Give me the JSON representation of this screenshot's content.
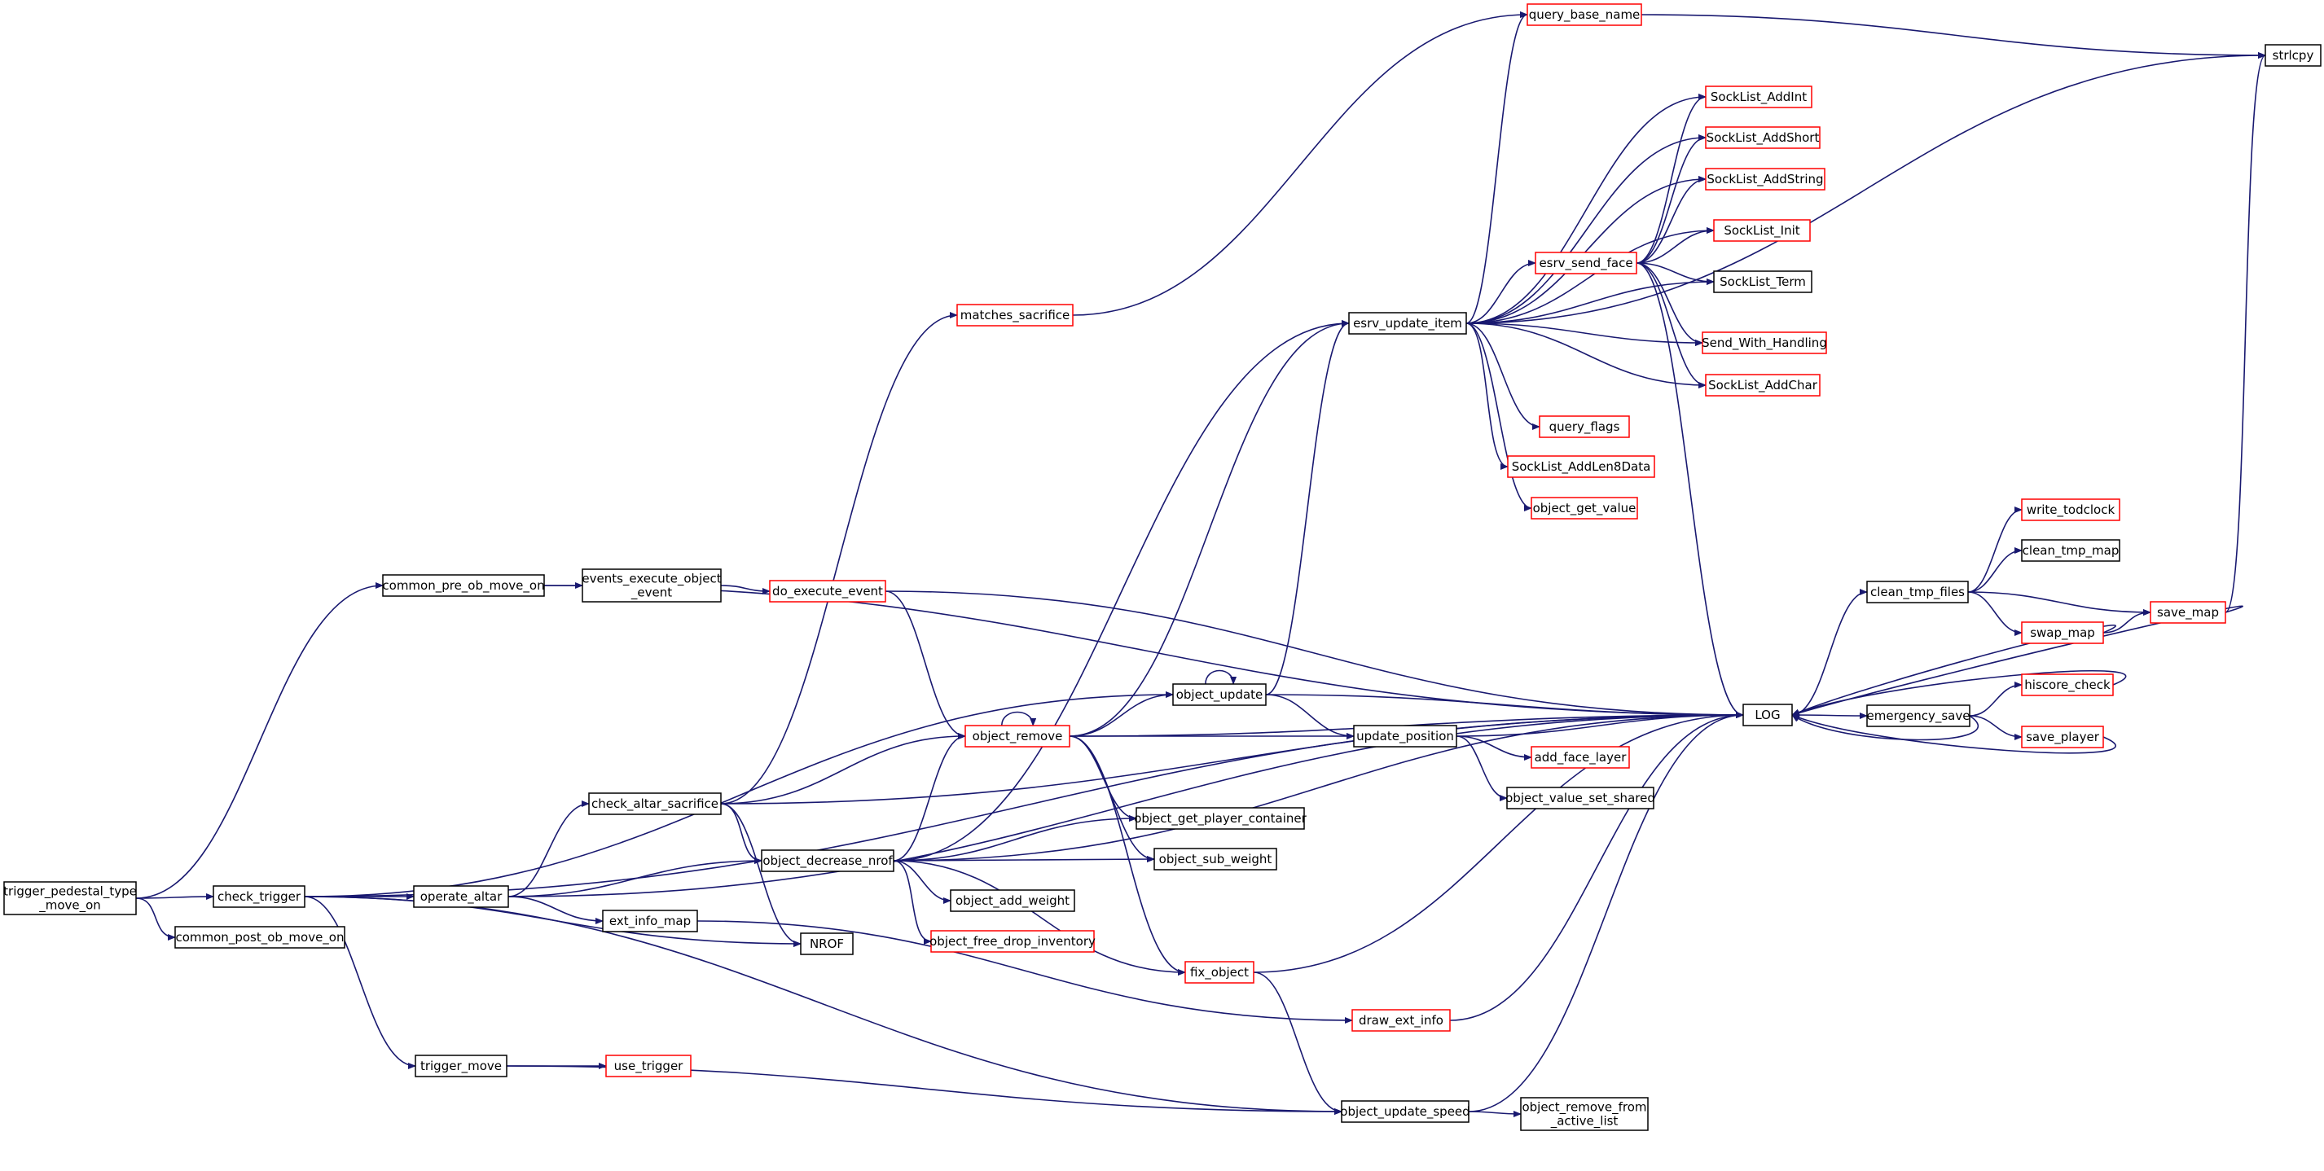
{
  "colors": {
    "edge": "#191970",
    "node_border_black": "#000000",
    "node_border_red": "#ff0000",
    "root_fill": "#bfbfbf",
    "node_fill": "#ffffff"
  },
  "nodes": [
    {
      "id": "trigger_pedestal_type_move_on",
      "lines": [
        "trigger_pedestal_type",
        "_move_on"
      ],
      "border": "black",
      "root": true
    },
    {
      "id": "common_pre_ob_move_on",
      "lines": [
        "common_pre_ob_move_on"
      ],
      "border": "black"
    },
    {
      "id": "common_post_ob_move_on",
      "lines": [
        "common_post_ob_move_on"
      ],
      "border": "black"
    },
    {
      "id": "check_trigger",
      "lines": [
        "check_trigger"
      ],
      "border": "black"
    },
    {
      "id": "operate_altar",
      "lines": [
        "operate_altar"
      ],
      "border": "black"
    },
    {
      "id": "trigger_move",
      "lines": [
        "trigger_move"
      ],
      "border": "black"
    },
    {
      "id": "use_trigger",
      "lines": [
        "use_trigger"
      ],
      "border": "red"
    },
    {
      "id": "check_altar_sacrifice",
      "lines": [
        "check_altar_sacrifice"
      ],
      "border": "black"
    },
    {
      "id": "ext_info_map",
      "lines": [
        "ext_info_map"
      ],
      "border": "black"
    },
    {
      "id": "NROF",
      "lines": [
        "NROF"
      ],
      "border": "black"
    },
    {
      "id": "events_execute_object_event",
      "lines": [
        "events_execute_object",
        "_event"
      ],
      "border": "black"
    },
    {
      "id": "do_execute_event",
      "lines": [
        "do_execute_event"
      ],
      "border": "red"
    },
    {
      "id": "matches_sacrifice",
      "lines": [
        "matches_sacrifice"
      ],
      "border": "red"
    },
    {
      "id": "object_decrease_nrof",
      "lines": [
        "object_decrease_nrof"
      ],
      "border": "black"
    },
    {
      "id": "object_remove",
      "lines": [
        "object_remove"
      ],
      "border": "red"
    },
    {
      "id": "object_update",
      "lines": [
        "object_update"
      ],
      "border": "black"
    },
    {
      "id": "object_get_player_container",
      "lines": [
        "object_get_player_container"
      ],
      "border": "black"
    },
    {
      "id": "object_sub_weight",
      "lines": [
        "object_sub_weight"
      ],
      "border": "black"
    },
    {
      "id": "object_add_weight",
      "lines": [
        "object_add_weight"
      ],
      "border": "black"
    },
    {
      "id": "object_free_drop_inventory",
      "lines": [
        "object_free_drop_inventory"
      ],
      "border": "red"
    },
    {
      "id": "fix_object",
      "lines": [
        "fix_object"
      ],
      "border": "red"
    },
    {
      "id": "draw_ext_info",
      "lines": [
        "draw_ext_info"
      ],
      "border": "red"
    },
    {
      "id": "object_update_speed",
      "lines": [
        "object_update_speed"
      ],
      "border": "black"
    },
    {
      "id": "object_remove_from_active_list",
      "lines": [
        "object_remove_from",
        "_active_list"
      ],
      "border": "black"
    },
    {
      "id": "update_position",
      "lines": [
        "update_position"
      ],
      "border": "black"
    },
    {
      "id": "add_face_layer",
      "lines": [
        "add_face_layer"
      ],
      "border": "red"
    },
    {
      "id": "object_value_set_shared",
      "lines": [
        "object_value_set_shared"
      ],
      "border": "black"
    },
    {
      "id": "esrv_update_item",
      "lines": [
        "esrv_update_item"
      ],
      "border": "black"
    },
    {
      "id": "query_base_name",
      "lines": [
        "query_base_name"
      ],
      "border": "red"
    },
    {
      "id": "query_flags",
      "lines": [
        "query_flags"
      ],
      "border": "red"
    },
    {
      "id": "SockList_AddLen8Data",
      "lines": [
        "SockList_AddLen8Data"
      ],
      "border": "red"
    },
    {
      "id": "object_get_value",
      "lines": [
        "object_get_value"
      ],
      "border": "red"
    },
    {
      "id": "esrv_send_face",
      "lines": [
        "esrv_send_face"
      ],
      "border": "red"
    },
    {
      "id": "SockList_AddInt",
      "lines": [
        "SockList_AddInt"
      ],
      "border": "red"
    },
    {
      "id": "SockList_AddShort",
      "lines": [
        "SockList_AddShort"
      ],
      "border": "red"
    },
    {
      "id": "SockList_AddString",
      "lines": [
        "SockList_AddString"
      ],
      "border": "red"
    },
    {
      "id": "SockList_Init",
      "lines": [
        "SockList_Init"
      ],
      "border": "red"
    },
    {
      "id": "SockList_Term",
      "lines": [
        "SockList_Term"
      ],
      "border": "black"
    },
    {
      "id": "Send_With_Handling",
      "lines": [
        "Send_With_Handling"
      ],
      "border": "red"
    },
    {
      "id": "SockList_AddChar",
      "lines": [
        "SockList_AddChar"
      ],
      "border": "red"
    },
    {
      "id": "LOG",
      "lines": [
        "LOG"
      ],
      "border": "black"
    },
    {
      "id": "clean_tmp_files",
      "lines": [
        "clean_tmp_files"
      ],
      "border": "black"
    },
    {
      "id": "emergency_save",
      "lines": [
        "emergency_save"
      ],
      "border": "black"
    },
    {
      "id": "write_todclock",
      "lines": [
        "write_todclock"
      ],
      "border": "red"
    },
    {
      "id": "clean_tmp_map",
      "lines": [
        "clean_tmp_map"
      ],
      "border": "black"
    },
    {
      "id": "swap_map",
      "lines": [
        "swap_map"
      ],
      "border": "red"
    },
    {
      "id": "save_map",
      "lines": [
        "save_map"
      ],
      "border": "red"
    },
    {
      "id": "hiscore_check",
      "lines": [
        "hiscore_check"
      ],
      "border": "red"
    },
    {
      "id": "save_player",
      "lines": [
        "save_player"
      ],
      "border": "red"
    },
    {
      "id": "strlcpy",
      "lines": [
        "strlcpy"
      ],
      "border": "black"
    }
  ],
  "edges": [
    [
      "trigger_pedestal_type_move_on",
      "common_pre_ob_move_on"
    ],
    [
      "trigger_pedestal_type_move_on",
      "check_trigger"
    ],
    [
      "trigger_pedestal_type_move_on",
      "common_post_ob_move_on"
    ],
    [
      "common_pre_ob_move_on",
      "events_execute_object_event"
    ],
    [
      "common_pre_ob_move_on",
      "LOG"
    ],
    [
      "events_execute_object_event",
      "do_execute_event"
    ],
    [
      "do_execute_event",
      "object_remove"
    ],
    [
      "do_execute_event",
      "LOG"
    ],
    [
      "check_trigger",
      "LOG"
    ],
    [
      "check_trigger",
      "object_update"
    ],
    [
      "check_trigger",
      "operate_altar"
    ],
    [
      "check_trigger",
      "NROF"
    ],
    [
      "check_trigger",
      "trigger_move"
    ],
    [
      "check_trigger",
      "object_update_speed"
    ],
    [
      "operate_altar",
      "check_altar_sacrifice"
    ],
    [
      "operate_altar",
      "object_decrease_nrof"
    ],
    [
      "operate_altar",
      "ext_info_map"
    ],
    [
      "operate_altar",
      "LOG"
    ],
    [
      "check_altar_sacrifice",
      "matches_sacrifice"
    ],
    [
      "check_altar_sacrifice",
      "object_remove"
    ],
    [
      "check_altar_sacrifice",
      "object_decrease_nrof"
    ],
    [
      "check_altar_sacrifice",
      "NROF"
    ],
    [
      "check_altar_sacrifice",
      "LOG"
    ],
    [
      "matches_sacrifice",
      "query_base_name"
    ],
    [
      "ext_info_map",
      "draw_ext_info"
    ],
    [
      "trigger_move",
      "use_trigger"
    ],
    [
      "trigger_move",
      "object_update_speed"
    ],
    [
      "object_decrease_nrof",
      "esrv_update_item"
    ],
    [
      "object_decrease_nrof",
      "object_remove"
    ],
    [
      "object_decrease_nrof",
      "object_get_player_container"
    ],
    [
      "object_decrease_nrof",
      "object_sub_weight"
    ],
    [
      "object_decrease_nrof",
      "object_add_weight"
    ],
    [
      "object_decrease_nrof",
      "object_free_drop_inventory"
    ],
    [
      "object_decrease_nrof",
      "fix_object"
    ],
    [
      "object_decrease_nrof",
      "LOG"
    ],
    [
      "object_remove",
      "object_remove"
    ],
    [
      "object_remove",
      "esrv_update_item"
    ],
    [
      "object_remove",
      "object_update"
    ],
    [
      "object_remove",
      "update_position"
    ],
    [
      "object_remove",
      "object_get_player_container"
    ],
    [
      "object_remove",
      "object_sub_weight"
    ],
    [
      "object_remove",
      "fix_object"
    ],
    [
      "object_remove",
      "LOG"
    ],
    [
      "object_update",
      "object_update"
    ],
    [
      "object_update",
      "esrv_update_item"
    ],
    [
      "object_update",
      "update_position"
    ],
    [
      "object_update",
      "LOG"
    ],
    [
      "update_position",
      "LOG"
    ],
    [
      "update_position",
      "add_face_layer"
    ],
    [
      "update_position",
      "object_value_set_shared"
    ],
    [
      "fix_object",
      "LOG"
    ],
    [
      "fix_object",
      "object_update_speed"
    ],
    [
      "draw_ext_info",
      "LOG"
    ],
    [
      "object_update_speed",
      "object_remove_from_active_list"
    ],
    [
      "object_update_speed",
      "LOG"
    ],
    [
      "esrv_update_item",
      "query_base_name"
    ],
    [
      "esrv_update_item",
      "strlcpy"
    ],
    [
      "esrv_update_item",
      "SockList_AddInt"
    ],
    [
      "esrv_update_item",
      "SockList_AddShort"
    ],
    [
      "esrv_update_item",
      "SockList_AddString"
    ],
    [
      "esrv_update_item",
      "SockList_Init"
    ],
    [
      "esrv_update_item",
      "esrv_send_face"
    ],
    [
      "esrv_update_item",
      "SockList_Term"
    ],
    [
      "esrv_update_item",
      "Send_With_Handling"
    ],
    [
      "esrv_update_item",
      "SockList_AddChar"
    ],
    [
      "esrv_update_item",
      "query_flags"
    ],
    [
      "esrv_update_item",
      "SockList_AddLen8Data"
    ],
    [
      "esrv_update_item",
      "object_get_value"
    ],
    [
      "esrv_send_face",
      "SockList_AddInt"
    ],
    [
      "esrv_send_face",
      "SockList_AddShort"
    ],
    [
      "esrv_send_face",
      "SockList_AddString"
    ],
    [
      "esrv_send_face",
      "SockList_Init"
    ],
    [
      "esrv_send_face",
      "SockList_Term"
    ],
    [
      "esrv_send_face",
      "Send_With_Handling"
    ],
    [
      "esrv_send_face",
      "SockList_AddChar"
    ],
    [
      "esrv_send_face",
      "LOG"
    ],
    [
      "query_base_name",
      "strlcpy"
    ],
    [
      "LOG",
      "clean_tmp_files"
    ],
    [
      "LOG",
      "emergency_save"
    ],
    [
      "clean_tmp_files",
      "write_todclock"
    ],
    [
      "clean_tmp_files",
      "clean_tmp_map"
    ],
    [
      "clean_tmp_files",
      "swap_map"
    ],
    [
      "clean_tmp_files",
      "save_map"
    ],
    [
      "swap_map",
      "save_map"
    ],
    [
      "swap_map",
      "LOG"
    ],
    [
      "save_map",
      "strlcpy"
    ],
    [
      "save_map",
      "LOG"
    ],
    [
      "emergency_save",
      "hiscore_check"
    ],
    [
      "emergency_save",
      "save_player"
    ],
    [
      "emergency_save",
      "LOG"
    ],
    [
      "hiscore_check",
      "LOG"
    ],
    [
      "save_player",
      "LOG"
    ]
  ]
}
